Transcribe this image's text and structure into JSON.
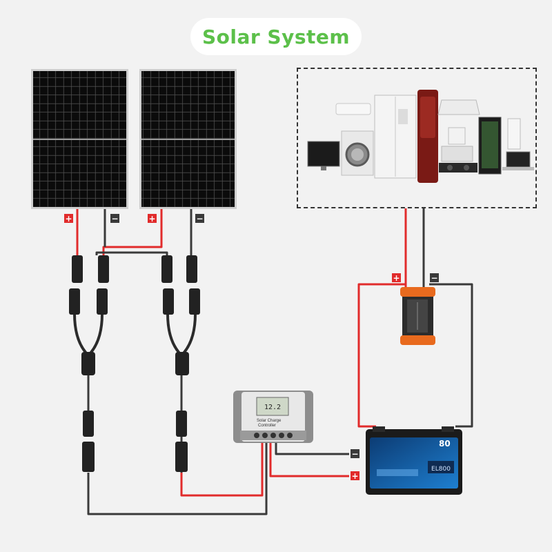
{
  "header": {
    "title": "Solar System"
  },
  "signs": {
    "positive": "+",
    "negative": "−"
  },
  "controller": {
    "label_line1": "Solar Charge",
    "label_line2": "Controller",
    "lcd_reading": "12.2"
  },
  "battery": {
    "capacity": "80",
    "model": "EL800"
  },
  "colors": {
    "positive_wire": "#e12b2b",
    "negative_wire": "#3a3a3a",
    "title": "#5cc04a"
  },
  "icons": {
    "solar_panel": "solar-panel-icon",
    "appliances": "household-appliances-icon",
    "inverter": "inverter-icon",
    "charge_controller": "charge-controller-icon",
    "battery": "battery-icon",
    "connector": "mc4-connector-icon"
  }
}
